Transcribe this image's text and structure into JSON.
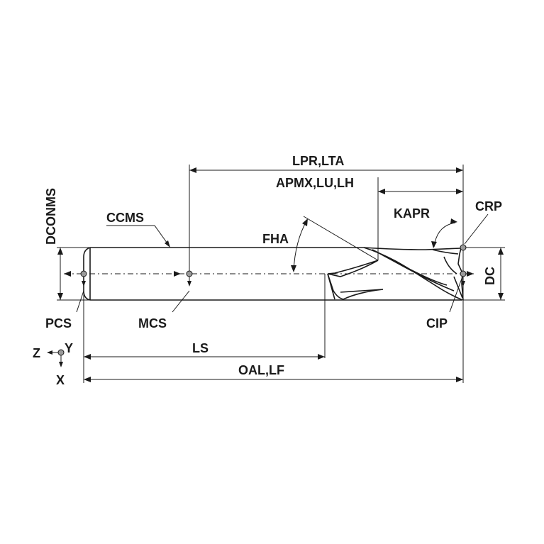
{
  "labels": {
    "lpr_lta": "LPR,LTA",
    "apmx_lu_lh": "APMX,LU,LH",
    "dconms": "DCONMS",
    "ccms": "CCMS",
    "fha": "FHA",
    "kapr": "KAPR",
    "crp": "CRP",
    "dc": "DC",
    "pcs": "PCS",
    "mcs": "MCS",
    "cip": "CIP",
    "ls": "LS",
    "oal_lf": "OAL,LF",
    "axis_z": "Z",
    "axis_y": "Y",
    "axis_x": "X"
  },
  "colors": {
    "line": "#1a1a1a",
    "point_fill": "#9a9a9a",
    "background": "#ffffff"
  }
}
